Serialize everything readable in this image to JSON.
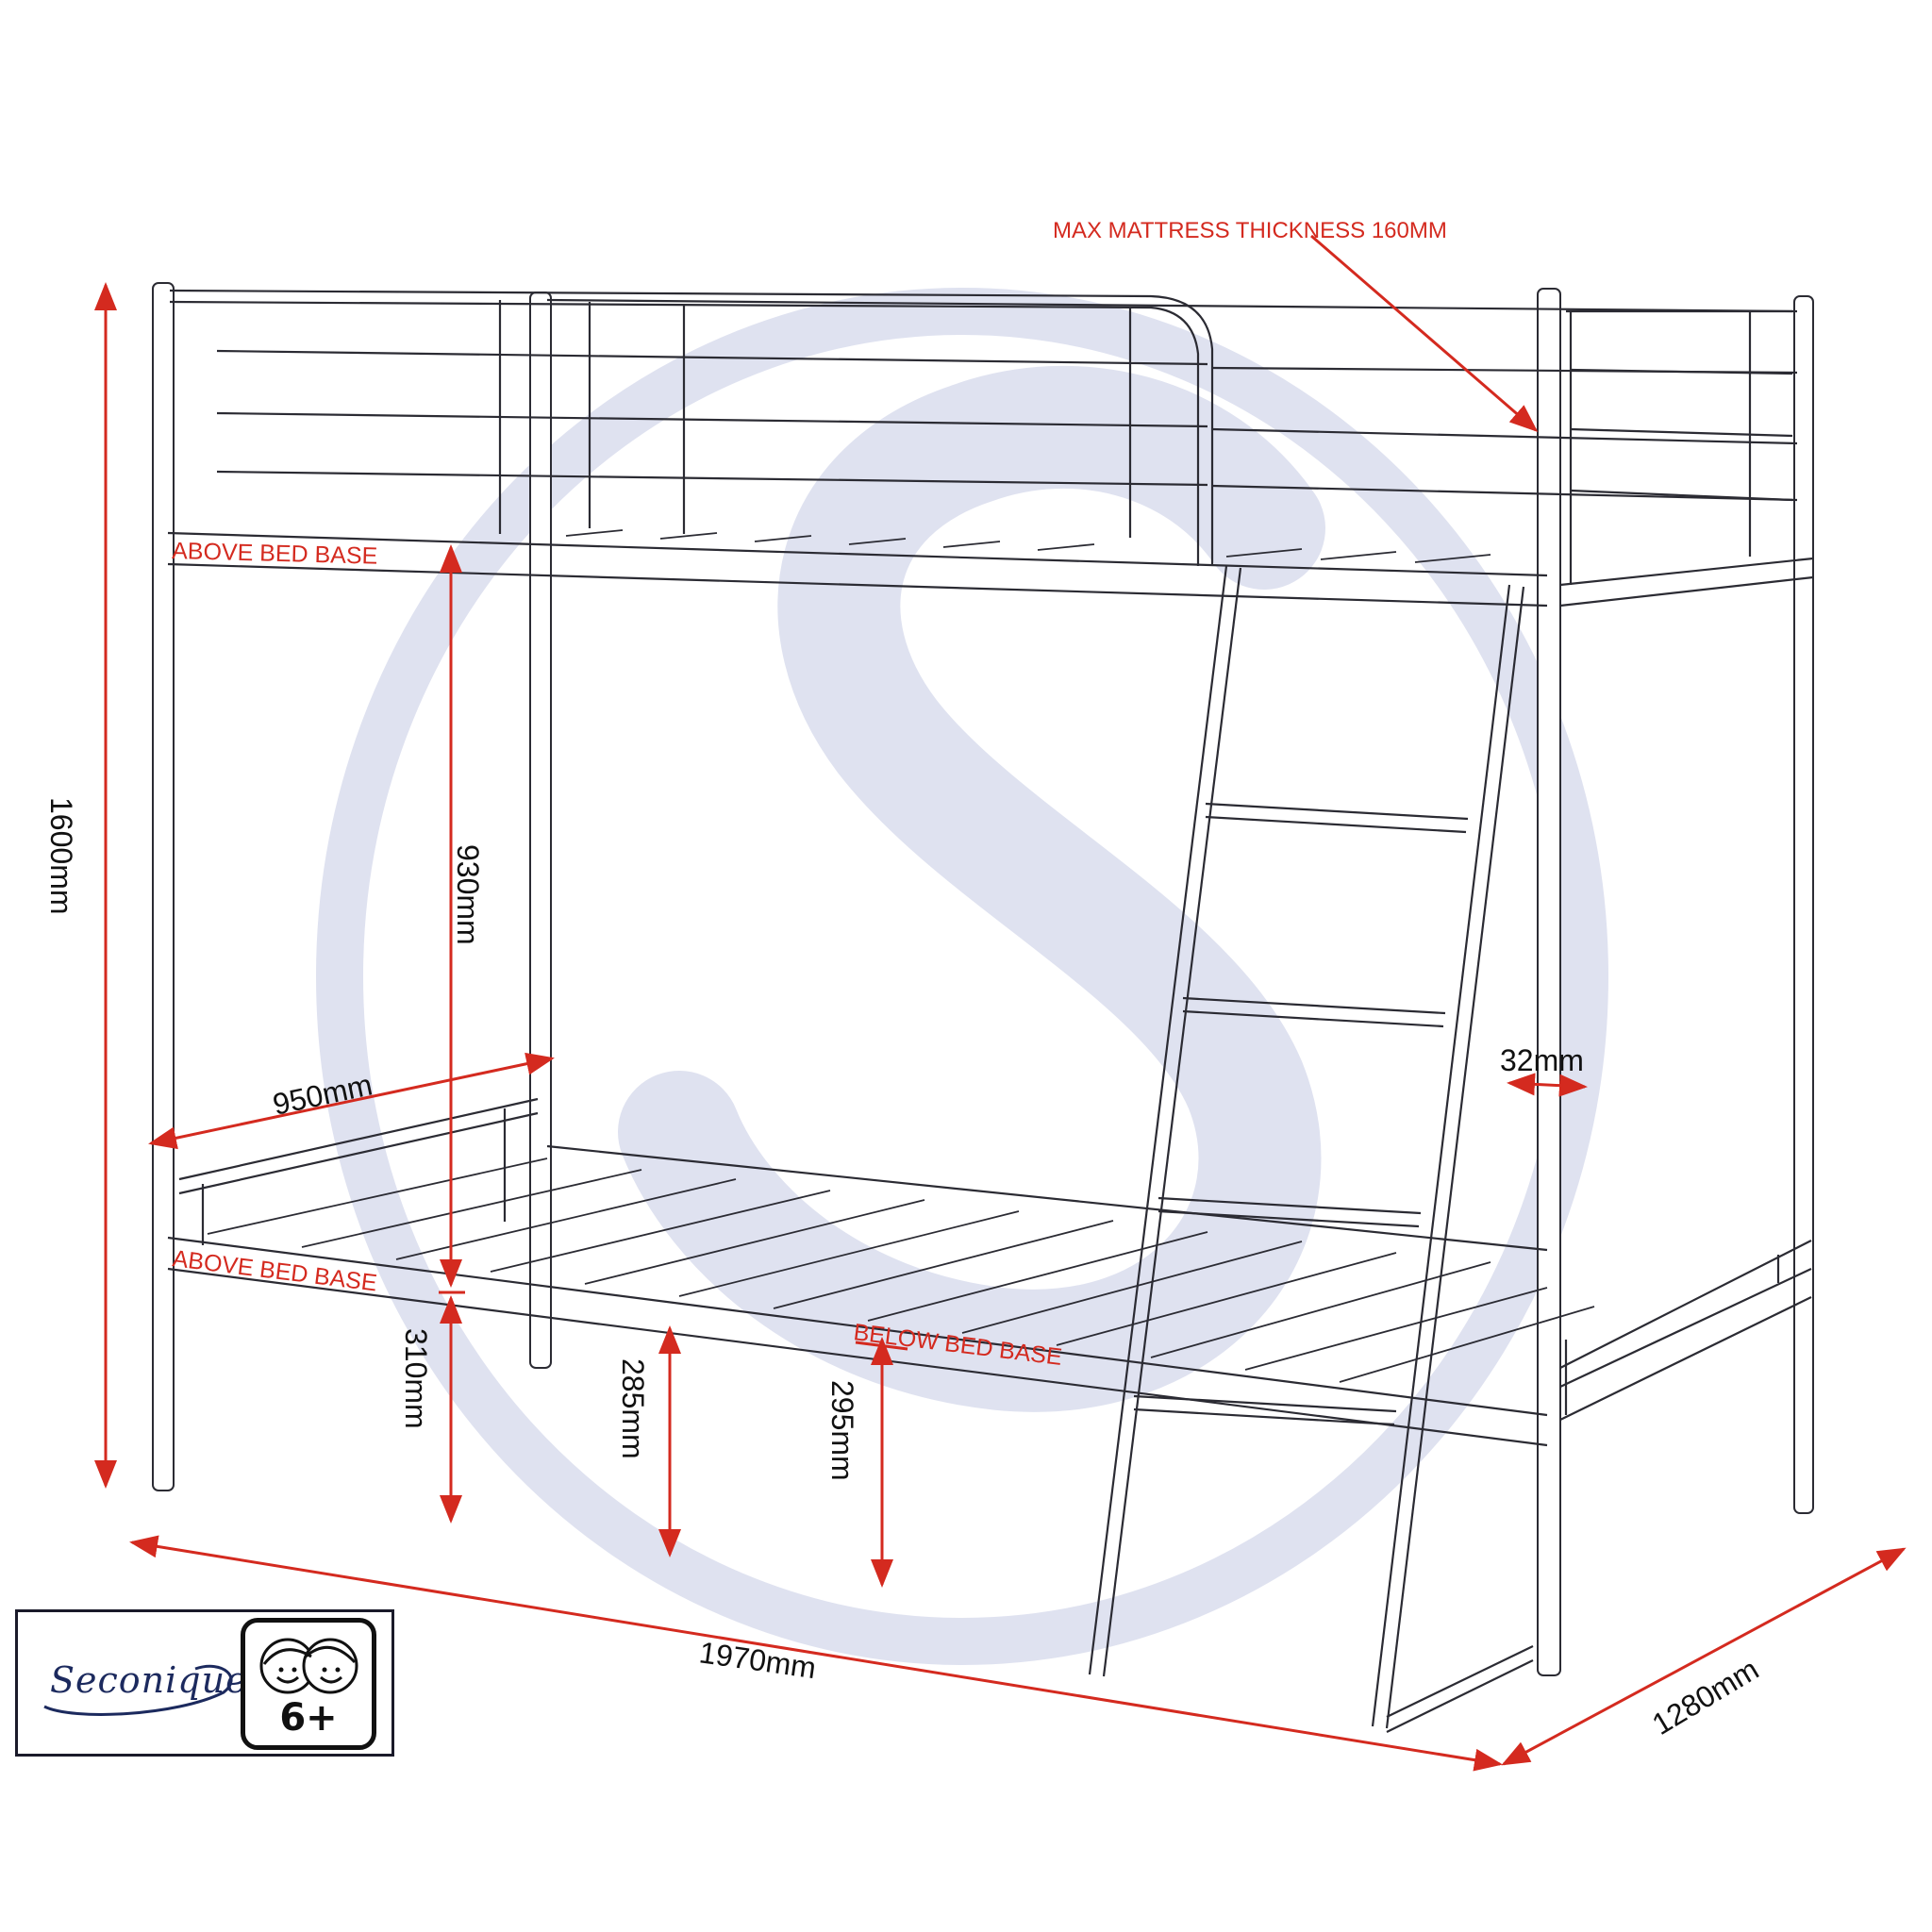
{
  "diagram": {
    "subject": "Metal bunk bed dimension drawing",
    "watermark": {
      "glyph": "S",
      "color": "#dfe2f0"
    },
    "annotations": {
      "max_mattress": "MAX MATTRESS THICKNESS 160MM",
      "top_above_bed_base": "ABOVE BED BASE",
      "bottom_above_bed_base": "ABOVE BED BASE",
      "below_bed_base": "BELOW BED BASE"
    },
    "dimensions": {
      "total_height": "1600mm",
      "between_bunks": "930mm",
      "width": "950mm",
      "tube_diameter": "32mm",
      "floor_to_bottom_base": "310mm",
      "under_bed_clearance_1": "285mm",
      "under_bed_clearance_2": "295mm",
      "length": "1970mm",
      "depth_with_ladder": "1280mm"
    },
    "colors": {
      "dimension": "#d42a1f",
      "frame": "#2b2b33",
      "text": "#111111"
    }
  },
  "branding": {
    "brand_name": "Seconique",
    "age_rating": "6+",
    "brand_color": "#1c2a5e"
  }
}
